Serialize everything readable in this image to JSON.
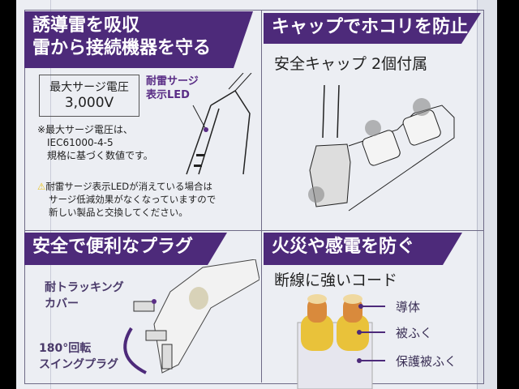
{
  "sections": {
    "surge": {
      "title_line1": "誘導雷を吸収",
      "title_line2": "雷から接続機器を守る",
      "max_surge_label": "最大サージ電圧",
      "max_surge_value": "3,000V",
      "led_label_line1": "耐雷サージ",
      "led_label_line2": "表示LED",
      "note_line1": "※最大サージ電圧は、",
      "note_line2": "IEC61000-4-5",
      "note_line3": "規格に基づく数値です。",
      "warning_line1": "耐雷サージ表示LEDが消えている場合は",
      "warning_line2": "サージ低減効果がなくなっていますので",
      "warning_line3": "新しい製品と交換してください。"
    },
    "cap": {
      "title": "キャップでホコリを防止",
      "subtitle": "安全キャップ 2個付属"
    },
    "plug": {
      "title": "安全で便利なプラグ",
      "cover_line1": "耐トラッキング",
      "cover_line2": "カバー",
      "swing_line1": "180°回転",
      "swing_line2": "スイングプラグ"
    },
    "cord": {
      "title": "火災や感電を防ぐ",
      "subtitle": "断線に強いコード",
      "labels": [
        "導体",
        "被ふく",
        "保護被ふく"
      ]
    }
  },
  "colors": {
    "banner": "#4d2a7a",
    "accent": "#5a2d86",
    "conductor": "#d98a3c",
    "insulation": "#e9c23a"
  }
}
